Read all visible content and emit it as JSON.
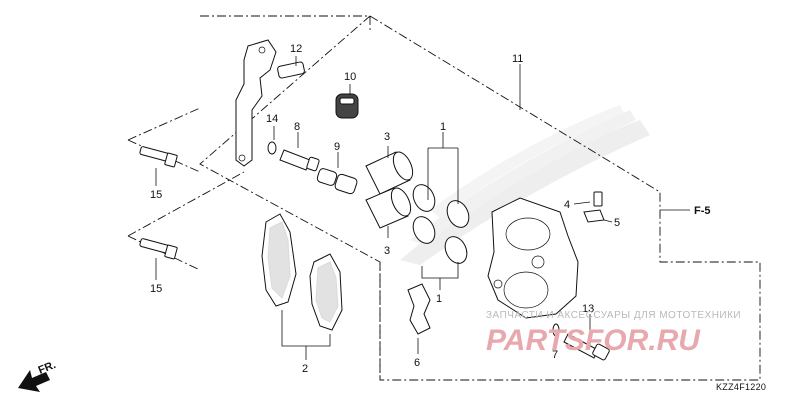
{
  "callouts": {
    "c1a": "1",
    "c1b": "1",
    "c2": "2",
    "c3a": "3",
    "c3b": "3",
    "c4": "4",
    "c5": "5",
    "c6": "6",
    "c7": "7",
    "c8": "8",
    "c9": "9",
    "c10": "10",
    "c11": "11",
    "c12": "12",
    "c13": "13",
    "c14": "14",
    "c15a": "15",
    "c15b": "15"
  },
  "reference": "F-5",
  "front_marker": "FR.",
  "diagram_code": "KZZ4F1220",
  "watermark": {
    "caption": "ЗАПЧАСТИ И АКСЕССУАРЫ ДЛЯ МОТОТЕХНИКИ",
    "logo": "PARTSFOR.RU"
  },
  "colors": {
    "line": "#111111",
    "watermark_text": "#b9b9b9",
    "watermark_logo": "#e7a9ad"
  }
}
